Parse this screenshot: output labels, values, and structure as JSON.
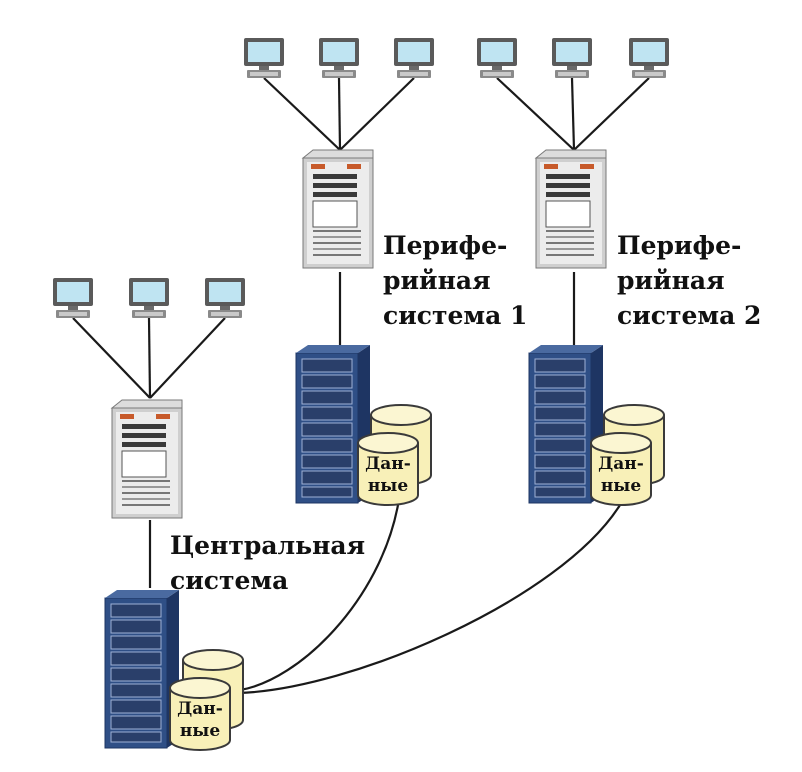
{
  "colors": {
    "wire": "#1a1a1a",
    "monitor_frame": "#5a5a5a",
    "monitor_screen": "#bfe4f2",
    "server_body": "#e9e9e9",
    "server_light": "#c75a2a",
    "rack_body": "#2f4f86",
    "rack_dark": "#1e3563",
    "cylinder_fill": "#f8f0b8",
    "cylinder_stroke": "#3a3a3a"
  },
  "icons": [
    "monitor-icon",
    "server-tower-icon",
    "storage-rack-icon",
    "database-icon"
  ],
  "labels": {
    "central": [
      "Центральная",
      "система"
    ],
    "peripheral_1": [
      "Перифе-",
      "рийная",
      "система 1"
    ],
    "peripheral_2": [
      "Перифе-",
      "рийная",
      "система 2"
    ]
  },
  "database_label": [
    "Дан-",
    "ные"
  ]
}
